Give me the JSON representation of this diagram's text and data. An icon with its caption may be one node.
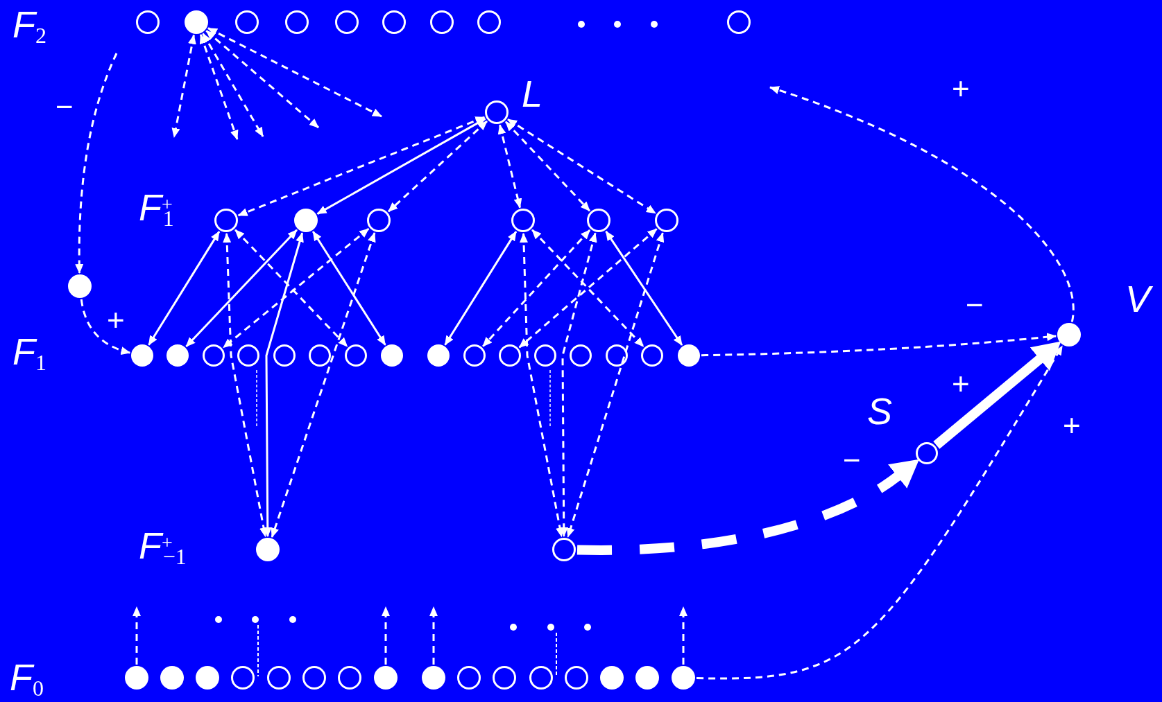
{
  "diagram": {
    "nodes": [
      {
        "text": [],
        "shape": "circle"
      },
      {
        "text": [],
        "shape": "dot"
      },
      {
        "text": [],
        "shape": "circle"
      },
      {
        "text": [],
        "shape": "circle"
      },
      {
        "text": [],
        "shape": "circle"
      },
      {
        "text": [],
        "shape": "circle"
      },
      {
        "text": [],
        "shape": "circle"
      },
      {
        "text": [],
        "shape": "circle"
      },
      {
        "text": [],
        "shape": "circle"
      },
      {
        "text": [],
        "shape": "circle",
        "beside": [
          "L"
        ]
      },
      {
        "text": [],
        "shape": "circle"
      },
      {
        "text": [],
        "shape": "dot"
      },
      {
        "text": [],
        "shape": "circle"
      },
      {
        "text": [],
        "shape": "circle"
      },
      {
        "text": [],
        "shape": "circle"
      },
      {
        "text": [],
        "shape": "circle"
      },
      {
        "text": [],
        "shape": "dot"
      },
      {
        "text": [],
        "shape": "dot"
      },
      {
        "text": [],
        "shape": "dot"
      },
      {
        "text": [],
        "shape": "circle"
      },
      {
        "text": [],
        "shape": "circle"
      },
      {
        "text": [],
        "shape": "circle"
      },
      {
        "text": [],
        "shape": "circle"
      },
      {
        "text": [],
        "shape": "circle"
      },
      {
        "text": [],
        "shape": "dot"
      },
      {
        "text": [],
        "shape": "dot"
      },
      {
        "text": [],
        "shape": "circle"
      },
      {
        "text": [],
        "shape": "circle"
      },
      {
        "text": [],
        "shape": "circle"
      },
      {
        "text": [],
        "shape": "circle"
      },
      {
        "text": [],
        "shape": "circle"
      },
      {
        "text": [],
        "shape": "circle"
      },
      {
        "text": [],
        "shape": "dot"
      },
      {
        "text": [],
        "shape": "dot"
      },
      {
        "text": [],
        "shape": "circle"
      },
      {
        "text": [],
        "shape": "circle",
        "beside": [
          "S"
        ]
      },
      {
        "text": [],
        "shape": "dot",
        "beside": [
          "V"
        ]
      },
      {
        "text": [],
        "shape": "dot"
      },
      {
        "text": [],
        "shape": "dot"
      },
      {
        "text": [],
        "shape": "dot"
      },
      {
        "text": [],
        "shape": "circle"
      },
      {
        "text": [],
        "shape": "circle"
      },
      {
        "text": [],
        "shape": "circle"
      },
      {
        "text": [],
        "shape": "circle"
      },
      {
        "text": [],
        "shape": "dot"
      },
      {
        "text": [],
        "shape": "dot"
      },
      {
        "text": [],
        "shape": "circle"
      },
      {
        "text": [],
        "shape": "circle"
      },
      {
        "text": [],
        "shape": "circle"
      },
      {
        "text": [],
        "shape": "circle"
      },
      {
        "text": [],
        "shape": "dot"
      },
      {
        "text": [],
        "shape": "dot"
      },
      {
        "text": [],
        "shape": "dot"
      }
    ],
    "edges": [
      {
        "from": 1,
        "to": null,
        "arrow": "both",
        "style": "dashed"
      },
      {
        "from": 1,
        "to": null,
        "arrow": "both",
        "style": "dashed"
      },
      {
        "from": 1,
        "to": null,
        "arrow": "both",
        "style": "dashed"
      },
      {
        "from": 1,
        "to": null,
        "arrow": "both",
        "style": "dashed"
      },
      {
        "from": 1,
        "to": null,
        "arrow": "both",
        "style": "dashed"
      },
      {
        "from": null,
        "to": 16,
        "arrow": "to",
        "style": "dashed"
      },
      {
        "from": 16,
        "to": 17,
        "arrow": "to",
        "style": "dashed"
      },
      {
        "from": 9,
        "to": 10,
        "arrow": "both",
        "style": "dashed"
      },
      {
        "from": 9,
        "to": 11,
        "arrow": "both"
      },
      {
        "from": 9,
        "to": 12,
        "arrow": "both",
        "style": "dashed"
      },
      {
        "from": 9,
        "to": 13,
        "arrow": "both",
        "style": "dashed"
      },
      {
        "from": 9,
        "to": 14,
        "arrow": "both",
        "style": "dashed"
      },
      {
        "from": 9,
        "to": 15,
        "arrow": "both",
        "style": "dashed"
      },
      {
        "from": 10,
        "to": 17,
        "arrow": "both"
      },
      {
        "from": 11,
        "to": 18,
        "arrow": "both"
      },
      {
        "from": 12,
        "to": 19,
        "arrow": "both",
        "style": "dashed"
      },
      {
        "from": 10,
        "to": 23,
        "arrow": "both",
        "style": "dashed"
      },
      {
        "from": 11,
        "to": 24,
        "arrow": "both"
      },
      {
        "from": 10,
        "to": 33,
        "arrow": "both",
        "style": "dashed"
      },
      {
        "from": 11,
        "to": 33,
        "arrow": "both"
      },
      {
        "from": 12,
        "to": 33,
        "arrow": "both",
        "style": "dashed"
      },
      {
        "from": 13,
        "to": 25,
        "arrow": "both"
      },
      {
        "from": 14,
        "to": 26,
        "arrow": "both",
        "style": "dashed"
      },
      {
        "from": 15,
        "to": 27,
        "arrow": "both",
        "style": "dashed"
      },
      {
        "from": 13,
        "to": 31,
        "arrow": "both",
        "style": "dashed"
      },
      {
        "from": 14,
        "to": 32,
        "arrow": "both"
      },
      {
        "from": 13,
        "to": 34,
        "arrow": "both",
        "style": "dashed"
      },
      {
        "from": 14,
        "to": 34,
        "arrow": "both",
        "style": "dashed"
      },
      {
        "from": 15,
        "to": 34,
        "arrow": "both",
        "style": "dashed"
      },
      {
        "from": 32,
        "to": 36,
        "arrow": "to",
        "style": "dashed"
      },
      {
        "from": 36,
        "to": null,
        "arrow": "to",
        "style": "dashed"
      },
      {
        "from": 34,
        "to": 35,
        "arrow": "to",
        "style": "dashed"
      },
      {
        "from": 35,
        "to": 36,
        "arrow": "to",
        "style": "thick"
      },
      {
        "from": 52,
        "to": 36,
        "arrow": "to",
        "style": "dashed"
      },
      {
        "from": 37,
        "to": null,
        "arrow": "to",
        "style": "dashed"
      },
      {
        "from": 44,
        "to": null,
        "arrow": "to",
        "style": "dashed"
      },
      {
        "from": 45,
        "to": null,
        "arrow": "to",
        "style": "dashed"
      },
      {
        "from": 52,
        "to": null,
        "arrow": "to",
        "style": "dashed"
      }
    ],
    "labels": [
      "*F*$_{2}$",
      "+",
      "−",
      "*F*$^{+}$$_{1}$",
      "−",
      "+",
      "*F*$_{1}$",
      "+",
      "−",
      "+",
      "*F*$^{+}$$_{−1}$",
      "*F*$_{0}$"
    ]
  }
}
